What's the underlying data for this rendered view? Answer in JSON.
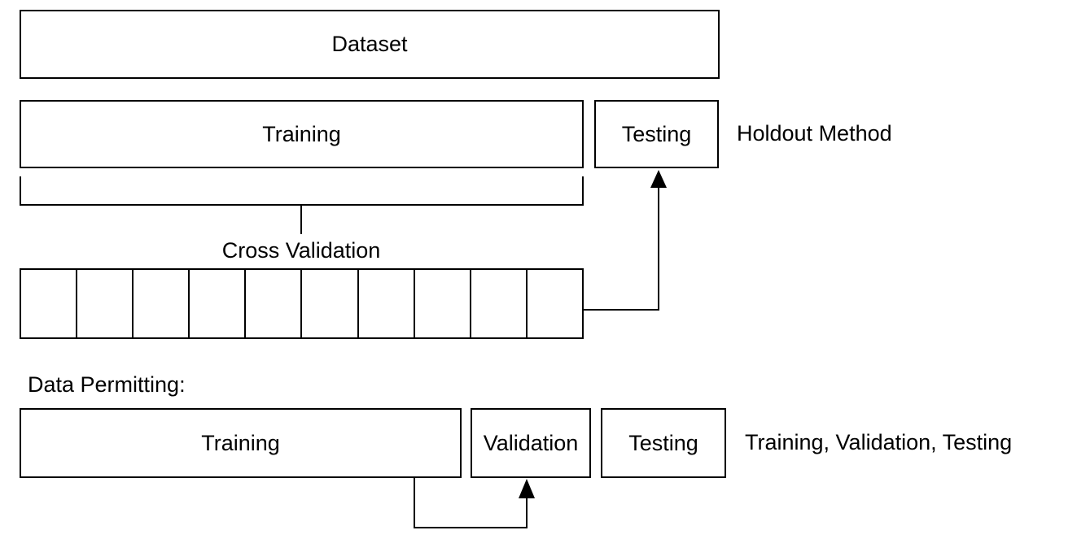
{
  "diagram": {
    "dataset_label": "Dataset",
    "holdout": {
      "training_label": "Training",
      "testing_label": "Testing",
      "caption": "Holdout Method"
    },
    "cross_validation": {
      "label": "Cross Validation",
      "fold_count": 10
    },
    "data_permitting": {
      "heading": "Data Permitting:",
      "training_label": "Training",
      "validation_label": "Validation",
      "testing_label": "Testing",
      "caption": "Training, Validation, Testing"
    },
    "colors": {
      "line": "#000000",
      "background": "#ffffff",
      "text": "#000000"
    }
  }
}
